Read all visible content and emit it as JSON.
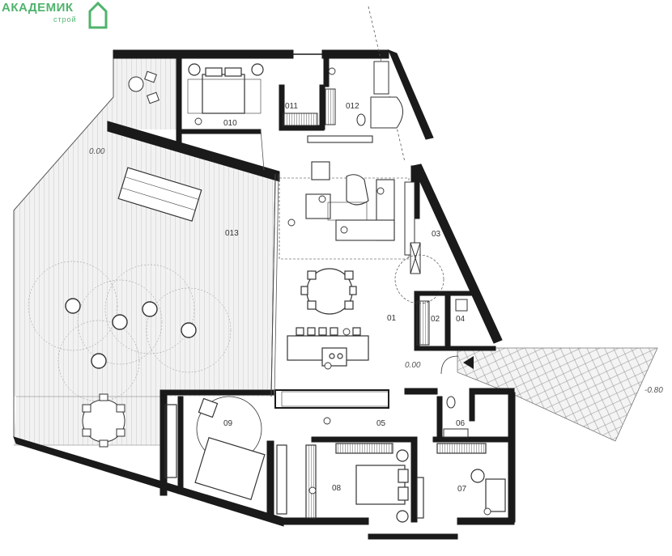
{
  "logo": {
    "main": "АКАДЕМИК",
    "sub": "строй"
  },
  "levels": {
    "terrace": "0.00",
    "entrance": "0.00",
    "outside": "-0.80"
  },
  "rooms": {
    "r01": "01",
    "r02": "02",
    "r03": "03",
    "r04": "04",
    "r05": "05",
    "r06": "06",
    "r07": "07",
    "r08": "08",
    "r09": "09",
    "r010": "010",
    "r011": "011",
    "r012": "012",
    "r013": "013"
  },
  "colors": {
    "wall": "#1a1a1a",
    "logo": "#4fb36d",
    "line": "#555555"
  }
}
